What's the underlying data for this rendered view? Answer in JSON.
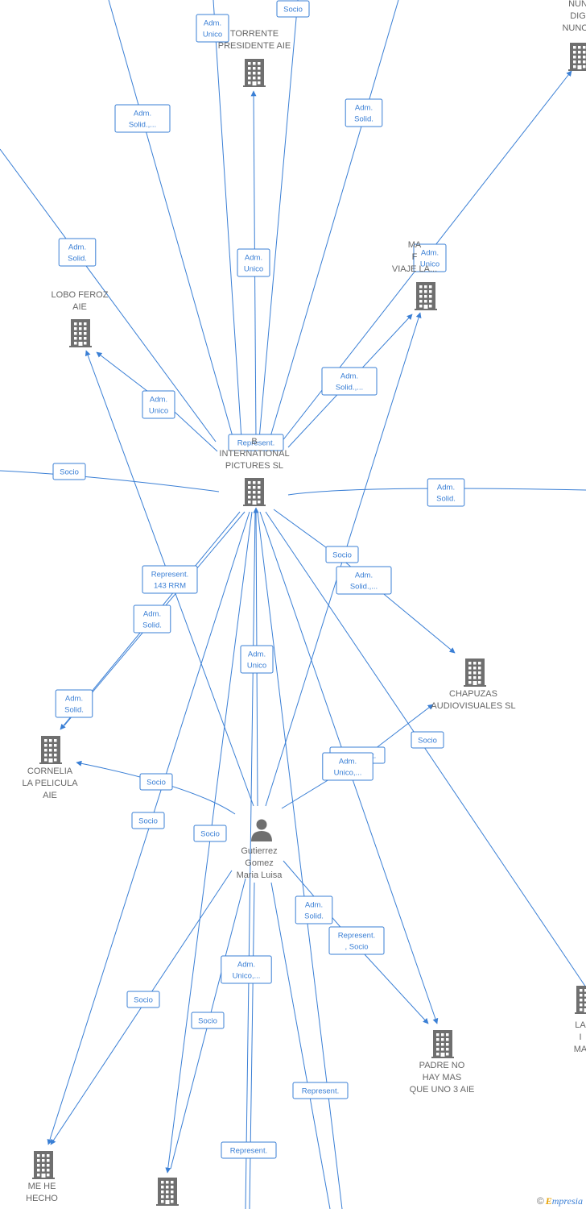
{
  "nodes": {
    "torrente": [
      "TORRENTE",
      "PRESIDENTE AIE"
    ],
    "nunca": [
      "NUN",
      "DIG",
      "NUNCA"
    ],
    "lobo": [
      "LOBO FEROZ",
      "AIE"
    ],
    "ma": [
      "MA",
      "F",
      "VIAJE LA..."
    ],
    "center": [
      "B",
      "INTERNATIONAL",
      "PICTURES SL"
    ],
    "chapuzas": [
      "CHAPUZAS",
      "AUDIOVISUALES SL"
    ],
    "cornelia": [
      "CORNELIA",
      "LA PELICULA",
      "AIE"
    ],
    "person": [
      "Gutierrez",
      "Gomez",
      "Maria Luisa"
    ],
    "padre": [
      "PADRE NO",
      "HAY MAS",
      "QUE UNO 3 AIE"
    ],
    "la_right": [
      "LA",
      "I",
      "MA"
    ],
    "mehe": [
      "ME HE",
      "HECHO"
    ],
    "bottom": []
  },
  "edge_labels": {
    "l_socio_top": [
      "Socio"
    ],
    "l_admunico_top": [
      "Adm.",
      "Unico"
    ],
    "l_admsolid_nw": [
      "Adm.",
      "Solid.,..."
    ],
    "l_admsolid_ne": [
      "Adm.",
      "Solid."
    ],
    "l_admsolid_w": [
      "Adm.",
      "Solid."
    ],
    "l_admunico_mid": [
      "Adm.",
      "Unico"
    ],
    "l_admunico_ma": [
      "Adm.",
      "Unico"
    ],
    "l_admsolid_ma": [
      "Adm.",
      "Solid.,..."
    ],
    "l_admunico_lobo": [
      "Adm.",
      "Unico"
    ],
    "l_represent_center": [
      "Represent."
    ],
    "l_socio_left": [
      "Socio"
    ],
    "l_admsolid_right": [
      "Adm.",
      "Solid."
    ],
    "l_socio_chap": [
      "Socio"
    ],
    "l_admsolid_chap": [
      "Adm.",
      "Solid.,..."
    ],
    "l_represent143": [
      "Represent.",
      "143 RRM"
    ],
    "l_admsolid_corn1": [
      "Adm.",
      "Solid."
    ],
    "l_admunico_low": [
      "Adm.",
      "Unico"
    ],
    "l_admsolid_corn2": [
      "Adm.",
      "Solid."
    ],
    "l_socio_right": [
      "Socio"
    ],
    "l_represent_chap": [
      "Represent."
    ],
    "l_admunico_chap": [
      "Adm.",
      "Unico,..."
    ],
    "l_socio_corn": [
      "Socio"
    ],
    "l_socio_mehe1": [
      "Socio"
    ],
    "l_socio_p1": [
      "Socio"
    ],
    "l_admsolid_padre": [
      "Adm.",
      "Solid."
    ],
    "l_represent_socio": [
      "Represent.",
      ", Socio"
    ],
    "l_admunico_b": [
      "Adm.",
      "Unico,..."
    ],
    "l_socio_mehe2": [
      "Socio"
    ],
    "l_socio_bot": [
      "Socio"
    ],
    "l_represent_b1": [
      "Represent."
    ],
    "l_represent_b2": [
      "Represent."
    ]
  },
  "footer": {
    "copyright": "©",
    "brand_e": "E",
    "brand_rest": "mpresia"
  },
  "colors": {
    "edge": "#3a7fd5",
    "node_icon": "#6f6f6f",
    "node_text": "#666666",
    "brand_accent": "#e8a100"
  }
}
